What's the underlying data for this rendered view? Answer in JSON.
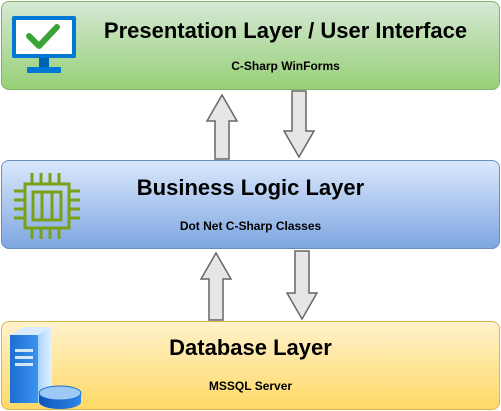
{
  "layers": {
    "presentation": {
      "title": "Presentation Layer / User Interface",
      "subtitle": "C-Sharp WinForms",
      "icon": "monitor-checkmark-icon"
    },
    "business": {
      "title": "Business Logic Layer",
      "subtitle": "Dot Net C-Sharp Classes",
      "icon": "cpu-chip-icon"
    },
    "database": {
      "title": "Database Layer",
      "subtitle": "MSSQL Server",
      "icon": "database-server-icon"
    }
  },
  "connectors": [
    {
      "from": "business",
      "to": "presentation",
      "direction": "up"
    },
    {
      "from": "presentation",
      "to": "business",
      "direction": "down"
    },
    {
      "from": "database",
      "to": "business",
      "direction": "up"
    },
    {
      "from": "business",
      "to": "database",
      "direction": "down"
    }
  ],
  "colors": {
    "presentation_fill_top": "#d5e8d4",
    "presentation_fill_bottom": "#97d077",
    "business_fill_top": "#dae8fc",
    "business_fill_bottom": "#7ea6e0",
    "database_fill_top": "#fff2cc",
    "database_fill_bottom": "#ffd966",
    "arrow_fill": "#e0e0e0",
    "arrow_stroke": "#666666"
  }
}
